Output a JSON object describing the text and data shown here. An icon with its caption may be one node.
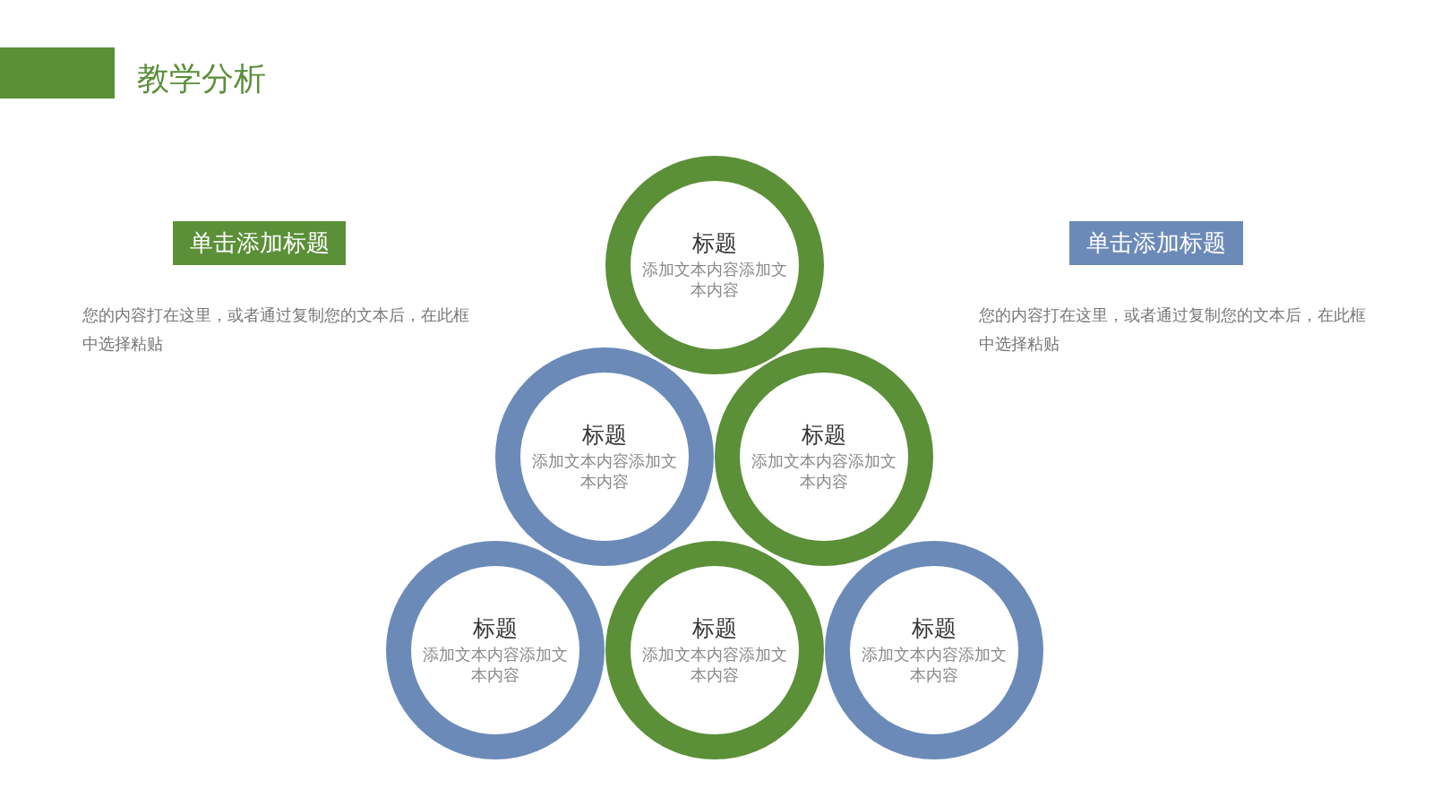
{
  "diagram": {
    "title": "教学分析",
    "nodes": [
      {
        "text": [
          "单击添加标题"
        ]
      },
      {
        "text": [
          "单击添加标题"
        ]
      },
      {
        "text": [
          "标题",
          "添加文本内容添加文本内容"
        ]
      },
      {
        "text": [
          "标题",
          "添加文本内容添加文本内容"
        ]
      },
      {
        "text": [
          "标题",
          "添加文本内容添加文本内容"
        ]
      },
      {
        "text": [
          "标题",
          "添加文本内容添加文本内容"
        ]
      },
      {
        "text": [
          "标题",
          "添加文本内容添加文本内容"
        ]
      },
      {
        "text": [
          "标题",
          "添加文本内容添加文本内容"
        ]
      }
    ],
    "labels": [
      "您的内容打在这里，或者通过复制您的文本后，在此框中选择粘贴",
      "您的内容打在这里，或者通过复制您的文本后，在此框中选择粘贴"
    ]
  }
}
